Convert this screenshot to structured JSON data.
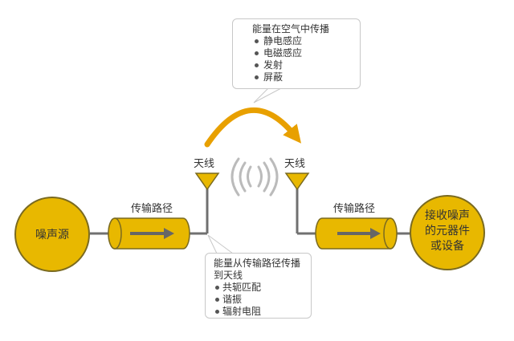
{
  "colors": {
    "gold": "#E8B800",
    "gold_dark": "#7A6A20",
    "arc_orange": "#E8A000",
    "wire_gray": "#707070",
    "arrow_gray": "#666666",
    "wave_gray": "#BBBBBB"
  },
  "nodes": {
    "source_label": "噪声源",
    "receiver_label_lines": [
      "接收噪声",
      "的元器件",
      "或设备"
    ]
  },
  "paths": {
    "left_label": "传输路径",
    "right_label": "传输路径"
  },
  "antennas": {
    "left_label": "天线",
    "right_label": "天线"
  },
  "callout_air": {
    "title": "能量在空气中传播",
    "items": [
      "静电感应",
      "电磁感应",
      "发射",
      "屏蔽"
    ]
  },
  "callout_path": {
    "title_lines": [
      "能量从传输路径传播",
      "到天线"
    ],
    "items": [
      "共轭匹配",
      "谐振",
      "辐射电阻"
    ]
  }
}
